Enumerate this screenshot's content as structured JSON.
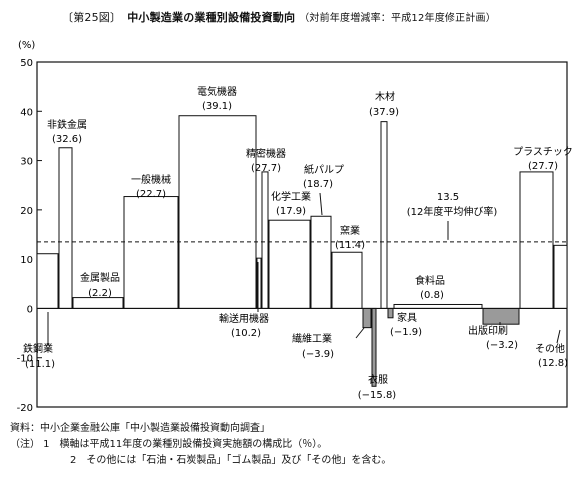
{
  "title": {
    "figure_no": "〔第25図〕",
    "main": "中小製造業の業種別設備投資動向",
    "sub": "（対前年度増減率：平成12年度修正計画）"
  },
  "chart_data": {
    "type": "bar",
    "y_unit": "(%)",
    "ylim": [
      -20,
      50
    ],
    "yticks": [
      -20,
      -10,
      0,
      10,
      20,
      30,
      40,
      50
    ],
    "grid": false,
    "width_basis": "平成11年度の業種別設備投資実施額の構成比（％）",
    "categories": [
      {
        "name": "鉄鋼業",
        "value": 11.1,
        "label": "(11.1)"
      },
      {
        "name": "非鉄金属",
        "value": 32.6,
        "label": "(32.6)"
      },
      {
        "name": "金属製品",
        "value": 2.2,
        "label": "(2.2)"
      },
      {
        "name": "一般機械",
        "value": 22.7,
        "label": "(22.7)"
      },
      {
        "name": "電気機器",
        "value": 39.1,
        "label": "(39.1)"
      },
      {
        "name": "輸送用機器",
        "value": 10.2,
        "label": "(10.2)"
      },
      {
        "name": "精密機器",
        "value": 27.7,
        "label": "(27.7)"
      },
      {
        "name": "化学工業",
        "value": 17.9,
        "label": "(17.9)"
      },
      {
        "name": "紙パルプ",
        "value": 18.7,
        "label": "(18.7)"
      },
      {
        "name": "窯業",
        "value": 11.4,
        "label": "(11.4)"
      },
      {
        "name": "繊維工業",
        "value": -3.9,
        "label": "(−3.9)"
      },
      {
        "name": "衣服",
        "value": -15.8,
        "label": "(−15.8)"
      },
      {
        "name": "木材",
        "value": 37.9,
        "label": "(37.9)"
      },
      {
        "name": "家具",
        "value": -1.9,
        "label": "(−1.9)"
      },
      {
        "name": "食料品",
        "value": 0.8,
        "label": "(0.8)"
      },
      {
        "name": "出版印刷",
        "value": -3.2,
        "label": "(−3.2)"
      },
      {
        "name": "プラスチック",
        "value": 27.7,
        "label": "(27.7)"
      },
      {
        "name": "その他",
        "value": 12.8,
        "label": "(12.8)"
      }
    ],
    "reference_line": {
      "value": 13.5,
      "label_value": "13.5",
      "label": "(12年度平均伸び率)"
    }
  },
  "notes": {
    "source": "資料：中小企業金融公庫「中小製造業設備投資動向調査」",
    "note1": "（注） 1　横軸は平成11年度の業種別設備投資実施額の構成比（％）。",
    "note2": "2　その他には「石油・石炭製品」「ゴム製品」及び「その他」を含む。"
  }
}
